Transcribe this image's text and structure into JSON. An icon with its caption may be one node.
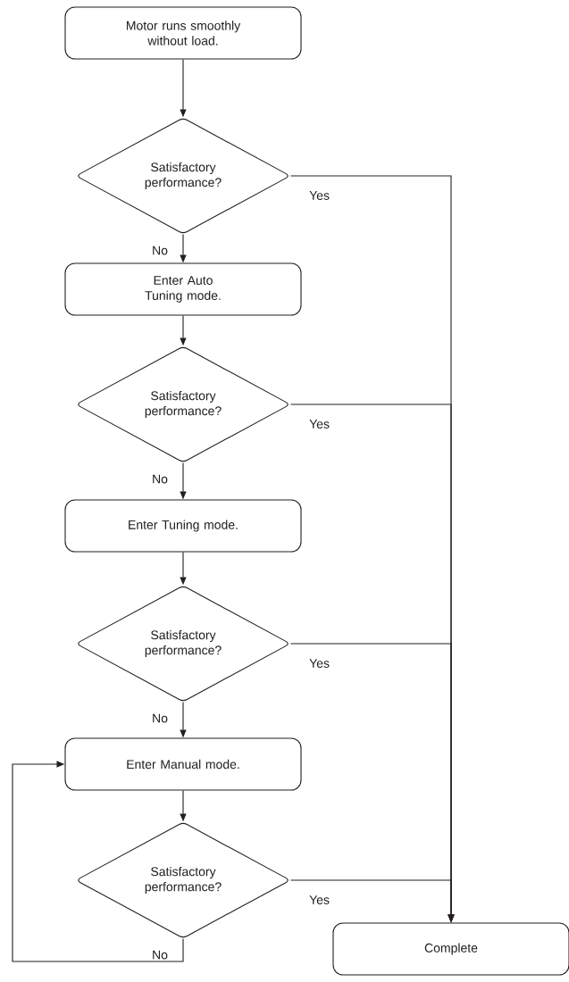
{
  "diagram": {
    "nodes": [
      {
        "text": [
          "Motor runs smoothly without load."
        ]
      },
      {
        "text": [
          "Satisfactory performance?"
        ]
      },
      {
        "text": [
          "Enter Auto Tuning mode."
        ]
      },
      {
        "text": [
          "Satisfactory performance?"
        ]
      },
      {
        "text": [
          "Enter Tuning mode."
        ]
      },
      {
        "text": [
          "Satisfactory performance?"
        ]
      },
      {
        "text": [
          "Enter Manual mode."
        ]
      },
      {
        "text": [
          "Satisfactory performance?"
        ]
      },
      {
        "text": [
          "Complete"
        ]
      }
    ],
    "edges": [
      {
        "from": 0,
        "to": 1,
        "arrow": "to"
      },
      {
        "from": 1,
        "to": 2,
        "arrow": "to",
        "label": "No"
      },
      {
        "from": 2,
        "to": 3,
        "arrow": "to"
      },
      {
        "from": 3,
        "to": 4,
        "arrow": "to",
        "label": "No"
      },
      {
        "from": 4,
        "to": 5,
        "arrow": "to"
      },
      {
        "from": 5,
        "to": 6,
        "arrow": "to",
        "label": "No"
      },
      {
        "from": 6,
        "to": 7,
        "arrow": "to"
      },
      {
        "from": 7,
        "to": 6,
        "arrow": "to",
        "label": "No"
      },
      {
        "from": 1,
        "to": 8,
        "arrow": "to",
        "label": "Yes"
      },
      {
        "from": 3,
        "to": 8,
        "arrow": "to",
        "label": "Yes"
      },
      {
        "from": 5,
        "to": 8,
        "arrow": "to",
        "label": "Yes"
      },
      {
        "from": 7,
        "to": 8,
        "arrow": "to",
        "label": "Yes"
      }
    ]
  }
}
